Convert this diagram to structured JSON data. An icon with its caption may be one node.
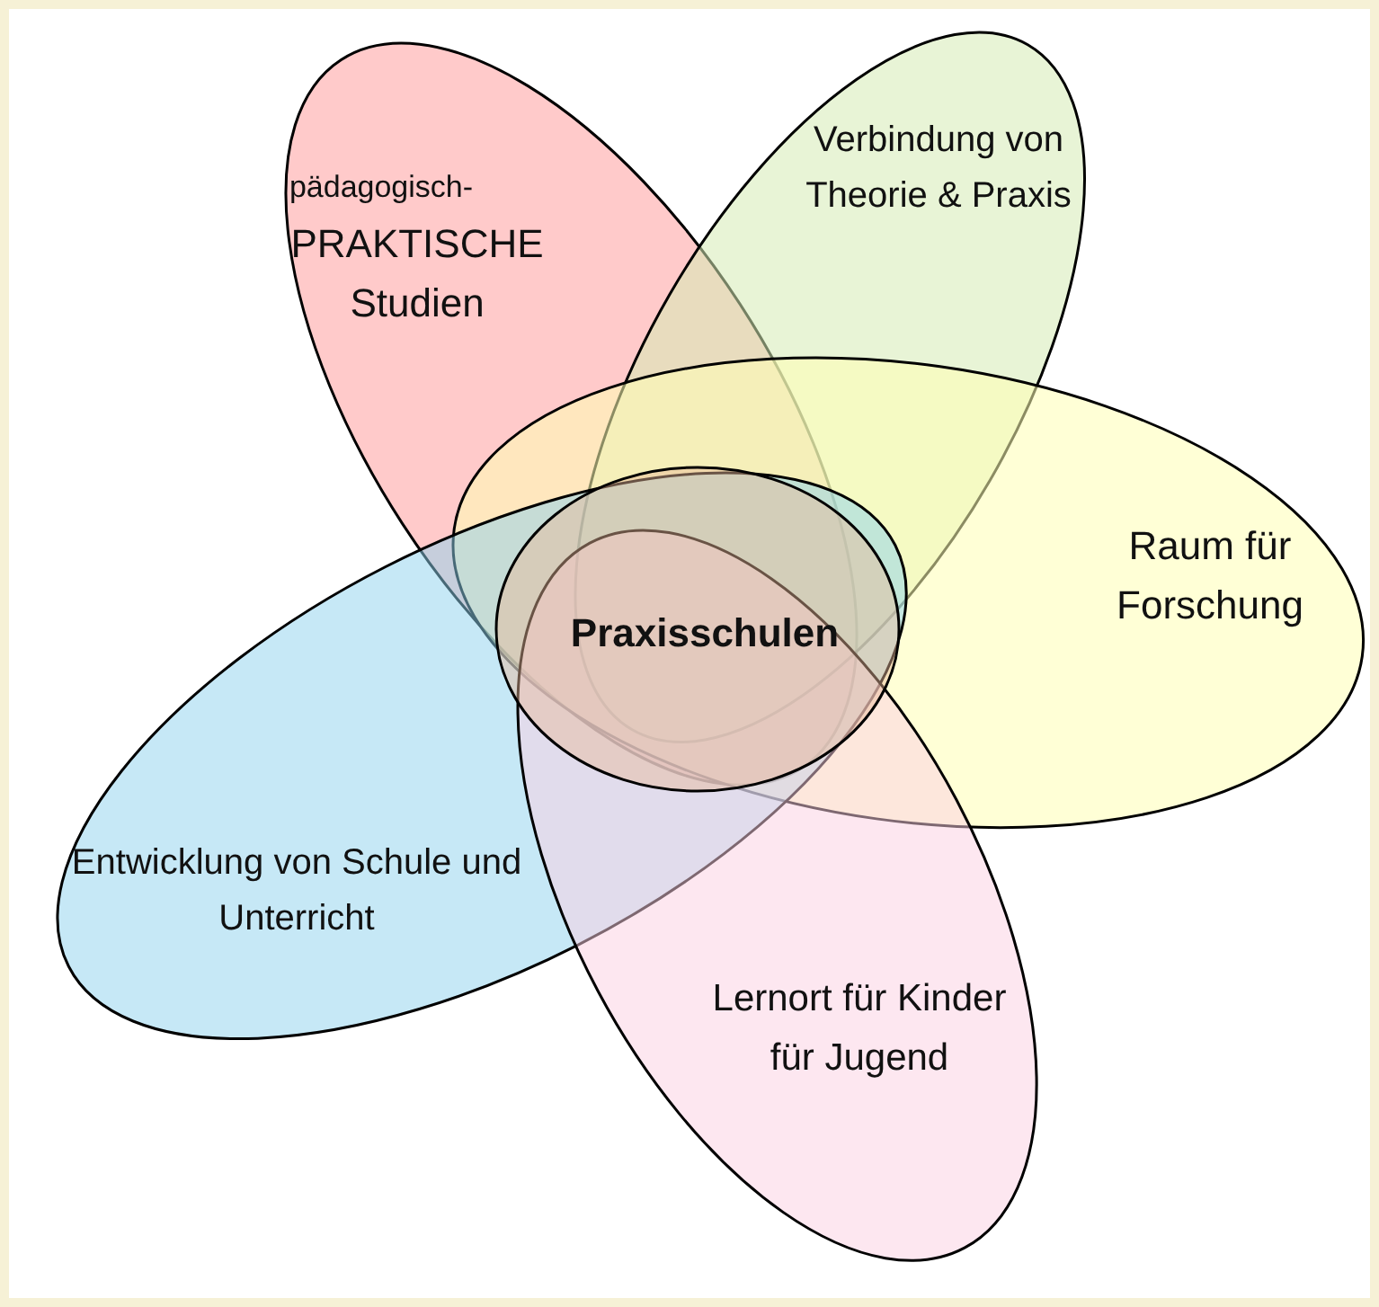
{
  "diagram": {
    "nodes": [
      {
        "text": [
          "pädagogisch-",
          "PRAKTISCHE Studien"
        ]
      },
      {
        "text": [
          "Verbindung von Theorie & Praxis"
        ]
      },
      {
        "text": [
          "Raum für Forschung"
        ]
      },
      {
        "text": [
          "Entwicklung von Schule und Unterricht"
        ]
      },
      {
        "text": [
          "Lernort für Kinder für Jugend"
        ]
      },
      {
        "text": [
          "Praxisschulen"
        ]
      }
    ]
  }
}
